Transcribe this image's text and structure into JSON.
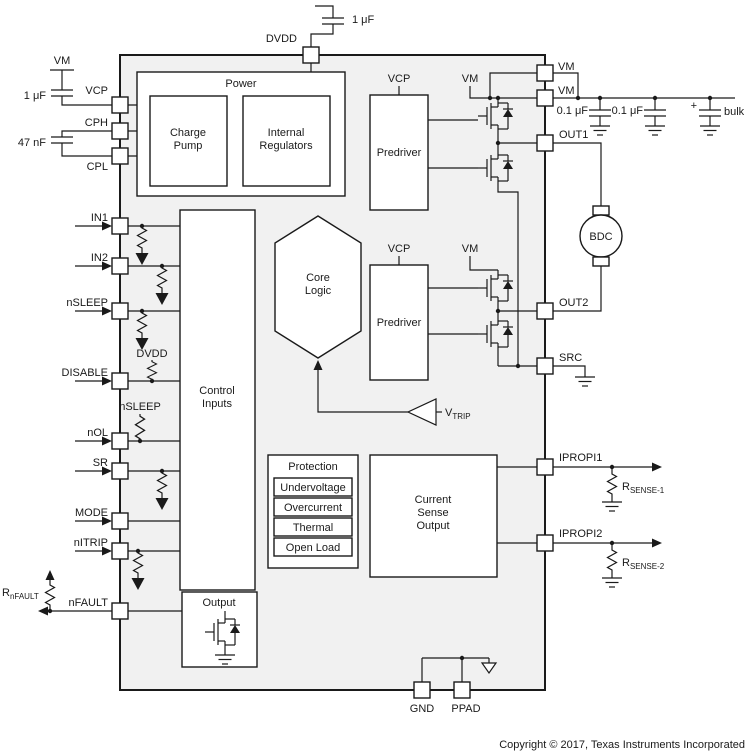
{
  "diagram": {
    "copyright": "Copyright © 2017, Texas Instruments Incorporated"
  },
  "pins": {
    "dvdd": "DVDD",
    "vcp": "VCP",
    "cph": "CPH",
    "cpl": "CPL",
    "in1": "IN1",
    "in2": "IN2",
    "nsleep": "nSLEEP",
    "disable": "DISABLE",
    "nol": "nOL",
    "sr": "SR",
    "mode": "MODE",
    "nitrip": "nITRIP",
    "nfault": "nFAULT",
    "vm": "VM",
    "out1": "OUT1",
    "out2": "OUT2",
    "src": "SRC",
    "ipropi1": "IPROPI1",
    "ipropi2": "IPROPI2",
    "gnd": "GND",
    "ppad": "PPAD"
  },
  "blocks": {
    "power": "Power",
    "charge_pump": "Charge\nPump",
    "internal_regulators": "Internal\nRegulators",
    "control_inputs": "Control\nInputs",
    "core_logic": "Core\nLogic",
    "predriver": "Predriver",
    "protection": "Protection",
    "protection_items": [
      "Undervoltage",
      "Overcurrent",
      "Thermal",
      "Open Load"
    ],
    "current_sense": "Current\nSense\nOutput",
    "output": "Output",
    "motor": "BDC"
  },
  "components": {
    "cap_dvdd": "1 μF",
    "cap_vcp": "1 μF",
    "cap_cp": "47 nF",
    "cap_vm1": "0.1 μF",
    "cap_vm2": "0.1 μF",
    "bulk_plus": "+",
    "bulk": "bulk",
    "r_nfault": {
      "base": "R",
      "sub": "nFAULT"
    },
    "r_sense1": {
      "base": "R",
      "sub": "SENSE-1"
    },
    "r_sense2": {
      "base": "R",
      "sub": "SENSE-2"
    },
    "v_trip": {
      "base": "V",
      "sub": "TRIP"
    }
  }
}
